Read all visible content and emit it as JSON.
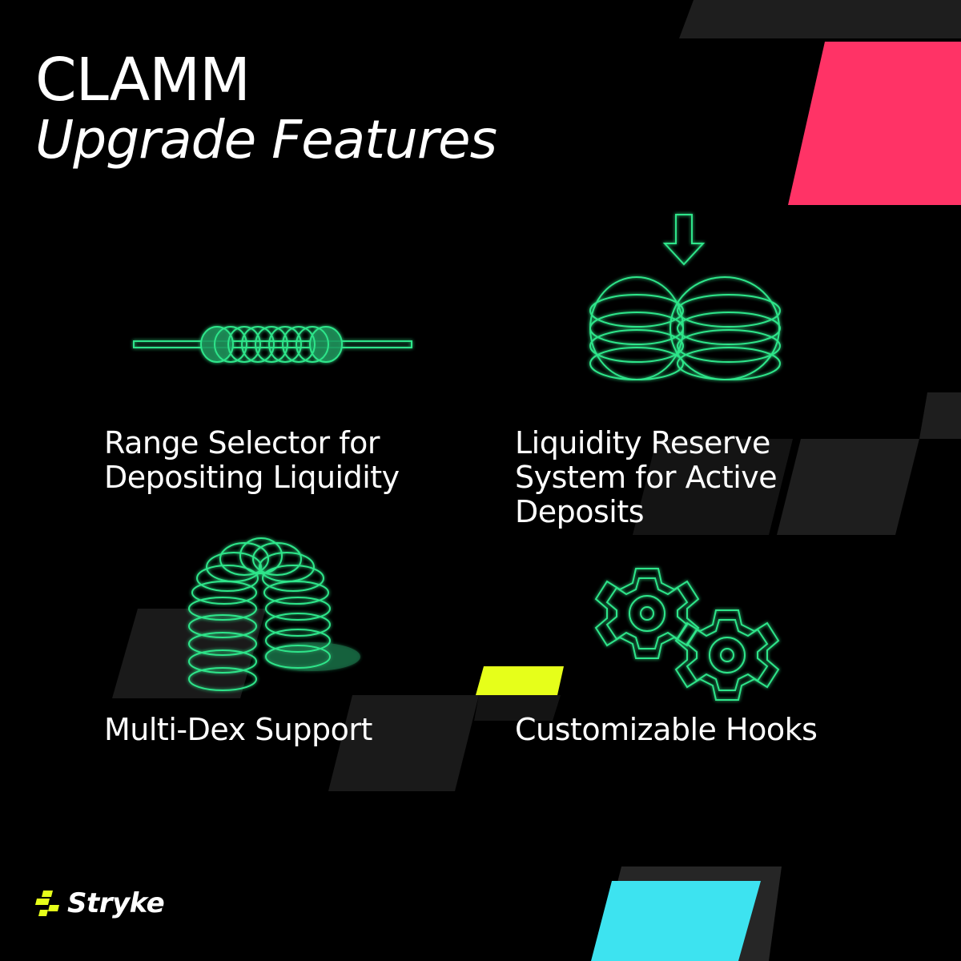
{
  "headline": {
    "line1": "CLAMM",
    "line2": "Upgrade Features"
  },
  "features": [
    {
      "label": "Range Selector for\nDepositing Liquidity",
      "icon": "range-selector-coils-icon"
    },
    {
      "label": "Liquidity Reserve\nSystem for Active\nDeposits",
      "icon": "liquidity-reserve-rings-icon"
    },
    {
      "label": "Multi-Dex Support",
      "icon": "multi-dex-arch-icon"
    },
    {
      "label": "Customizable Hooks",
      "icon": "gears-icon"
    }
  ],
  "brand": {
    "name": "Stryke",
    "icon": "stryke-logo-icon"
  },
  "colors": {
    "background": "#000000",
    "text": "#ffffff",
    "line_art": "#2ee58a",
    "accent_pink": "#ff3366",
    "accent_yellow": "#e6ff1a",
    "accent_cyan": "#3de3f0",
    "panel_gray": "#1e1e1e"
  }
}
